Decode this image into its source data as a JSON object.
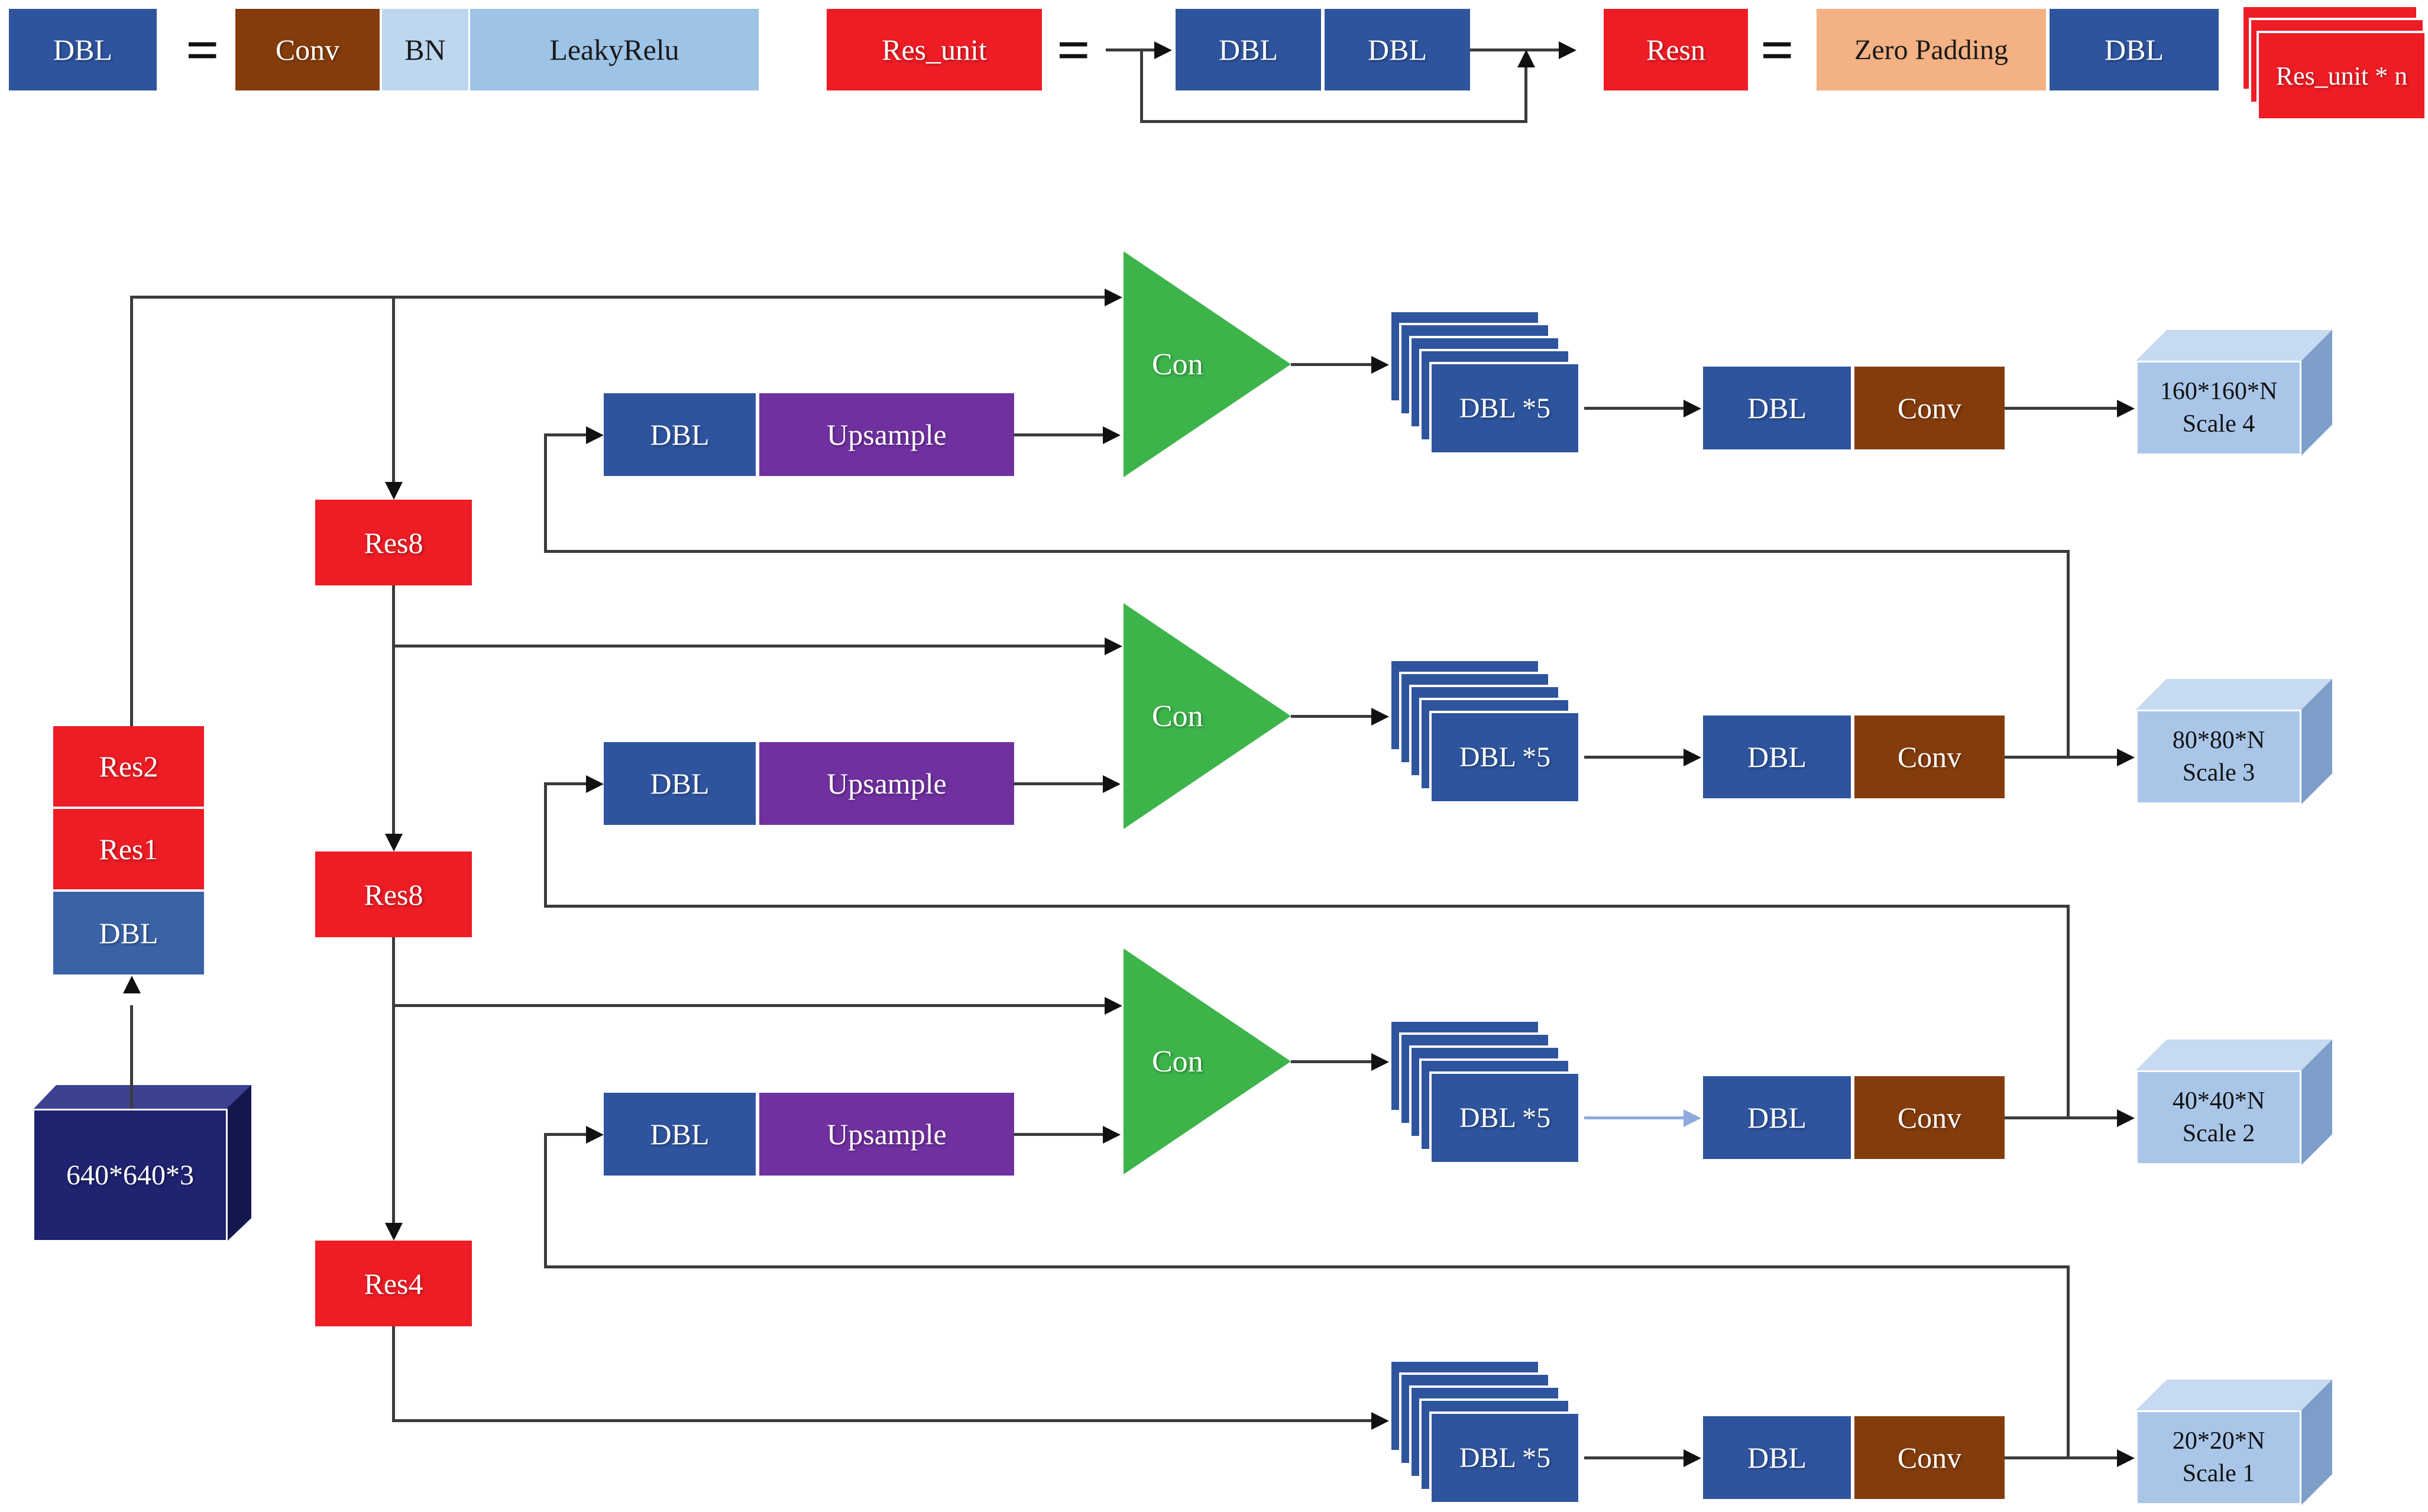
{
  "colors": {
    "dbl_blue": "#2e549e",
    "backbone_dbl_blue": "#3a62a7",
    "red": "#ee1c24",
    "conv_brown": "#843c0c",
    "bn_light_blue": "#bdd7ee",
    "leakyrelu_blue": "#9dc3e6",
    "upsample_purple": "#7030a0",
    "con_green": "#3cb44a",
    "zero_padding_peach": "#f4b183",
    "input_navy": "#1f2370",
    "scale_box_blue": "#a9c6e8",
    "light_blue_arrow": "#8faadc",
    "line": "#3b3b3b"
  },
  "legend": {
    "dbl": {
      "label": "DBL",
      "equals": "=",
      "conv": "Conv",
      "bn": "BN",
      "leakyrelu": "LeakyRelu"
    },
    "res_unit": {
      "label": "Res_unit",
      "equals": "=",
      "dbl1": "DBL",
      "dbl2": "DBL"
    },
    "resn": {
      "label": "Resn",
      "equals": "=",
      "zero_padding": "Zero Padding",
      "dbl": "DBL",
      "res_unit_stack": "Res_unit  * n"
    }
  },
  "backbone": {
    "input": "640*640*3",
    "stack": {
      "res2": "Res2",
      "res1": "Res1",
      "dbl": "DBL"
    },
    "res8_1": "Res8",
    "res8_2": "Res8",
    "res4": "Res4"
  },
  "rows": [
    {
      "con": "Con",
      "dbl": "DBL",
      "upsample": "Upsample",
      "dbl5": "DBL *5",
      "head_dbl": "DBL",
      "conv": "Conv",
      "scale_dims": "160*160*N",
      "scale_name": "Scale 4"
    },
    {
      "con": "Con",
      "dbl": "DBL",
      "upsample": "Upsample",
      "dbl5": "DBL *5",
      "head_dbl": "DBL",
      "conv": "Conv",
      "scale_dims": "80*80*N",
      "scale_name": "Scale 3"
    },
    {
      "con": "Con",
      "dbl": "DBL",
      "upsample": "Upsample",
      "dbl5": "DBL *5",
      "head_dbl": "DBL",
      "conv": "Conv",
      "scale_dims": "40*40*N",
      "scale_name": "Scale 2"
    },
    {
      "dbl5": "DBL *5",
      "head_dbl": "DBL",
      "conv": "Conv",
      "scale_dims": "20*20*N",
      "scale_name": "Scale 1"
    }
  ]
}
